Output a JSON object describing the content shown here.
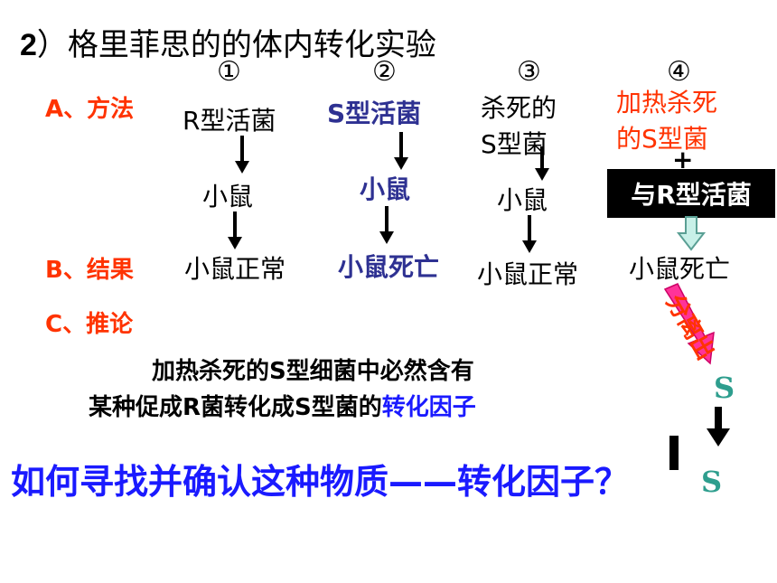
{
  "title": {
    "number": "2",
    "text": "）格里菲思的的体内转化实验"
  },
  "labels": {
    "method": "A、方法",
    "result": "B、结果",
    "inference": "C、推论"
  },
  "experiments": [
    {
      "num": "①",
      "method": "R型活菌",
      "mouse": "小鼠",
      "result": "小鼠正常"
    },
    {
      "num": "②",
      "method": "S型活菌",
      "mouse": "小鼠",
      "result": "小鼠死亡"
    },
    {
      "num": "③",
      "method_line1": "杀死的",
      "method_line2": "S型菌",
      "mouse": "小鼠",
      "result": "小鼠正常"
    },
    {
      "num": "④",
      "method_line1": "加热杀死",
      "method_line2": "的S型菌",
      "plus": "+",
      "box": "与R型活菌",
      "result": "小鼠死亡",
      "isolate": "分离出",
      "s1": "S",
      "s2": "S"
    }
  ],
  "conclusion": {
    "line1": "加热杀死的S型细菌中必然含有",
    "line2_prefix": "某种促成R菌转化成S型菌的",
    "line2_highlight": "转化因子"
  },
  "question": "如何寻找并确认这种物质——转化因子？",
  "colors": {
    "label": "#ff3300",
    "blue": "#2e3192",
    "question": "#1a1aff",
    "s_letter": "#2e9e8e",
    "arrow_magenta": "#ff3399"
  }
}
